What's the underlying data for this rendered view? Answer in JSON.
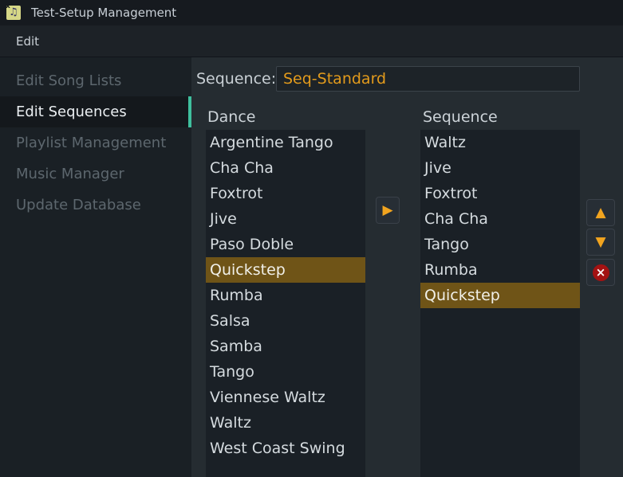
{
  "window": {
    "title": "Test-Setup Management"
  },
  "menu": {
    "items": [
      {
        "label": "Edit"
      }
    ]
  },
  "sidebar": {
    "items": [
      {
        "label": "Edit Song Lists",
        "selected": false
      },
      {
        "label": "Edit Sequences",
        "selected": true
      },
      {
        "label": "Playlist Management",
        "selected": false
      },
      {
        "label": "Music Manager",
        "selected": false
      },
      {
        "label": "Update Database",
        "selected": false
      }
    ]
  },
  "main": {
    "sequence_field": {
      "label": "Sequence:",
      "value": "Seq-Standard"
    },
    "dance_list": {
      "header": "Dance",
      "items": [
        {
          "label": "Argentine Tango",
          "selected": false
        },
        {
          "label": "Cha Cha",
          "selected": false
        },
        {
          "label": "Foxtrot",
          "selected": false
        },
        {
          "label": "Jive",
          "selected": false
        },
        {
          "label": "Paso Doble",
          "selected": false
        },
        {
          "label": "Quickstep",
          "selected": true
        },
        {
          "label": "Rumba",
          "selected": false
        },
        {
          "label": "Salsa",
          "selected": false
        },
        {
          "label": "Samba",
          "selected": false
        },
        {
          "label": "Tango",
          "selected": false
        },
        {
          "label": "Viennese Waltz",
          "selected": false
        },
        {
          "label": "Waltz",
          "selected": false
        },
        {
          "label": "West Coast Swing",
          "selected": false
        }
      ]
    },
    "sequence_list": {
      "header": "Sequence",
      "items": [
        {
          "label": "Waltz",
          "selected": false
        },
        {
          "label": "Jive",
          "selected": false
        },
        {
          "label": "Foxtrot",
          "selected": false
        },
        {
          "label": "Cha Cha",
          "selected": false
        },
        {
          "label": "Tango",
          "selected": false
        },
        {
          "label": "Rumba",
          "selected": false
        },
        {
          "label": "Quickstep",
          "selected": true
        }
      ]
    }
  },
  "icons": {
    "app_glyph": "♫",
    "app_x": "x",
    "add_arrow": "▶",
    "move_up": "▲",
    "move_down": "▼",
    "delete_x": "×"
  },
  "colors": {
    "accent_orange": "#f1a41f",
    "accent_teal": "#3fbf9e",
    "selection_brown": "#6f5417",
    "delete_red": "#a31212",
    "field_value_orange": "#e39b1c"
  }
}
